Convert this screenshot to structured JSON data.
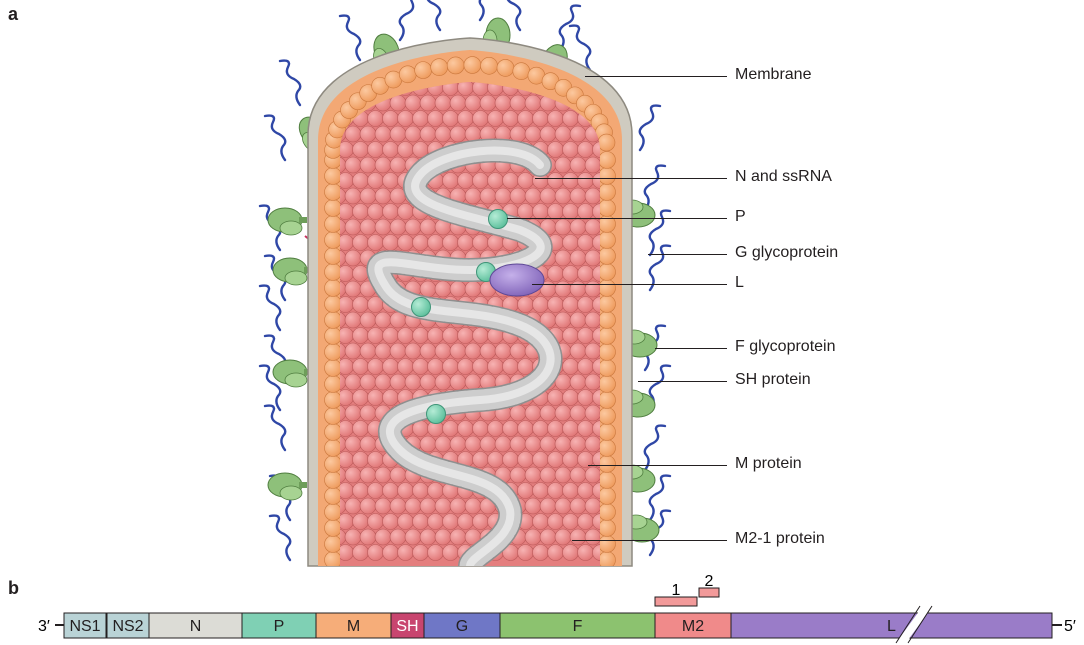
{
  "panels": {
    "a": {
      "letter": "a"
    },
    "b": {
      "letter": "b"
    }
  },
  "labels": {
    "membrane": "Membrane",
    "n_ssrna": "N and ssRNA",
    "p": "P",
    "g_glycoprotein": "G glycoprotein",
    "l": "L",
    "f_glycoprotein": "F glycoprotein",
    "sh_protein": "SH protein",
    "m_protein": "M protein",
    "m2_1_protein": "M2-1 protein"
  },
  "genome": {
    "end_3": "3′",
    "end_5": "5′",
    "genes": [
      {
        "name": "NS1",
        "color": "#b9d3d6"
      },
      {
        "name": "NS2",
        "color": "#b9d3d6"
      },
      {
        "name": "N",
        "color": "#dcdcd6"
      },
      {
        "name": "P",
        "color": "#7fd0b4"
      },
      {
        "name": "M",
        "color": "#f6ad79"
      },
      {
        "name": "SH",
        "color": "#c8456f"
      },
      {
        "name": "G",
        "color": "#6f77c6"
      },
      {
        "name": "F",
        "color": "#8cc26f"
      },
      {
        "name": "M2",
        "color": "#f08a8a"
      },
      {
        "name": "L",
        "color": "#9a7cc8"
      }
    ],
    "orfs": [
      {
        "name": "1"
      },
      {
        "name": "2"
      }
    ]
  },
  "colors": {
    "membrane": "#cfcbc0",
    "m_protein": "#f6ad79",
    "m2_1_protein": "#ef8888",
    "nucleocapsid": "#c9c9c9",
    "p": "#7fd0b4",
    "l": "#9a7cc8",
    "g_glycoprotein": "#2f47a6",
    "f_glycoprotein": "#8ec07a",
    "sh_protein": "#c8305f"
  }
}
